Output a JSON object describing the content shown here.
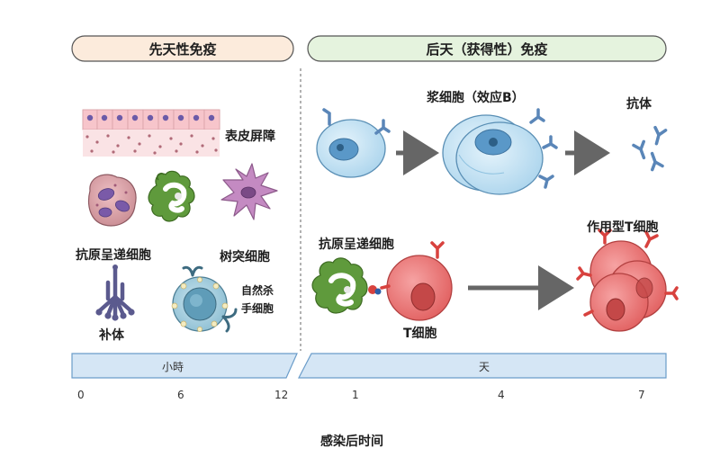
{
  "headers": {
    "innate": "先天性免疫",
    "adaptive": "后天（获得性）免疫"
  },
  "innate_labels": {
    "barrier": "表皮屏障",
    "apc": "抗原呈递细胞",
    "dendritic": "树突细胞",
    "complement": "补体",
    "nk_line1": "自然杀",
    "nk_line2": "手细胞"
  },
  "adaptive_labels": {
    "plasma": "浆细胞（效应B）",
    "antibody": "抗体",
    "apc": "抗原呈递细胞",
    "tcell": "T细胞",
    "effector_t": "作用型T细胞"
  },
  "timeline": {
    "hours_unit": "小時",
    "days_unit": "天",
    "hour_ticks": [
      "0",
      "6",
      "12"
    ],
    "day_ticks": [
      "1",
      "4",
      "7"
    ],
    "axis_title": "感染后时间"
  },
  "colors": {
    "innate_header_fill": "#fcebdc",
    "adaptive_header_fill": "#e5f3de",
    "timeline_fill": "#d5e6f5",
    "timeline_stroke": "#6a9cc9",
    "b_cell": "#b9dcf0",
    "t_cell": "#e77272",
    "antibody": "#5a86b8",
    "macrophage": "#5f9a3c",
    "dendritic": "#c48ac2"
  }
}
